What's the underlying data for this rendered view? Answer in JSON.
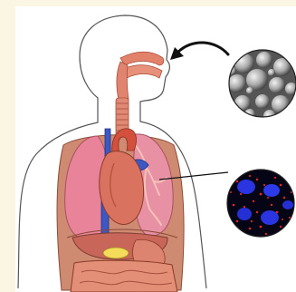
{
  "figure": {
    "panel_fill": "#ffffff",
    "background": "#fbf5e4",
    "outline_color": "#555555"
  },
  "anatomy": {
    "body": {
      "part": "human-upper-body-silhouette"
    },
    "airway": {
      "part": "nasal-and-oral-cavity-with-trachea"
    },
    "lungs": {
      "part": "left-and-right-lungs",
      "color": "#e8839a"
    },
    "heart": {
      "part": "heart-with-great-vessels",
      "color": "#d9735f"
    },
    "abdomen": {
      "part": "liver-stomach-intestines",
      "color": "#d97a62"
    }
  },
  "insets": {
    "particles_micrograph": {
      "depicts": "grayscale-micrograph-of-spherical-particles",
      "arrow": "curved-arrow-pointing-to-mouth"
    },
    "fluorescence_image": {
      "depicts": "fluorescence-image-blue-cells-red-signal",
      "pointer": "line-from-lung-tissue"
    }
  }
}
